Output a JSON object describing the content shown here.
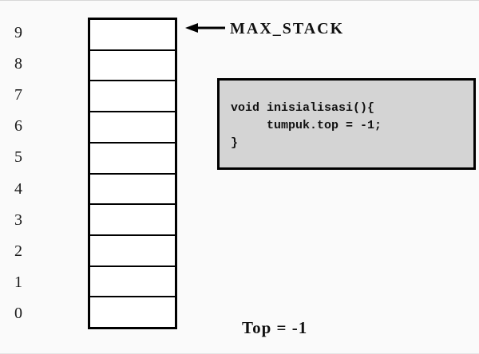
{
  "diagram": {
    "index_labels": [
      "9",
      "8",
      "7",
      "6",
      "5",
      "4",
      "3",
      "2",
      "1",
      "0"
    ],
    "stack_cells": 10,
    "max_stack": {
      "label": "MAX_STACK",
      "arrow_icon": "left-arrow-icon"
    },
    "code_box": {
      "lines": [
        "void inisialisasi(){",
        "     tumpuk.top = -1;",
        "}"
      ]
    },
    "top_status": {
      "label": "Top = -1"
    },
    "colors": {
      "background": "#fafafa",
      "stack_border": "#000000",
      "cell_fill": "#ffffff",
      "code_box_fill": "#d4d4d4",
      "code_box_border": "#000000",
      "text": "#111111"
    }
  }
}
